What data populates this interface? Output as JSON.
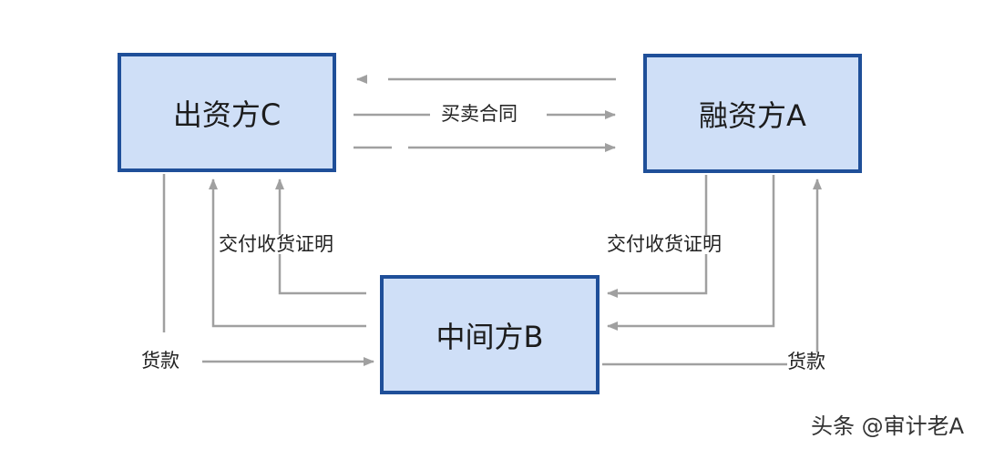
{
  "nodes": {
    "investor": "出资方C",
    "financier": "融资方A",
    "intermediary": "中间方B"
  },
  "labels": {
    "contract": "买卖合同",
    "delivery_left": "交付收货证明",
    "delivery_right": "交付收货证明",
    "payment_left": "货款",
    "payment_right": "货款"
  },
  "watermark": "头条 @审计老A",
  "colors": {
    "box_fill": "#cfdff7",
    "box_border": "#1f4f99",
    "arrow": "#a0a0a0"
  }
}
